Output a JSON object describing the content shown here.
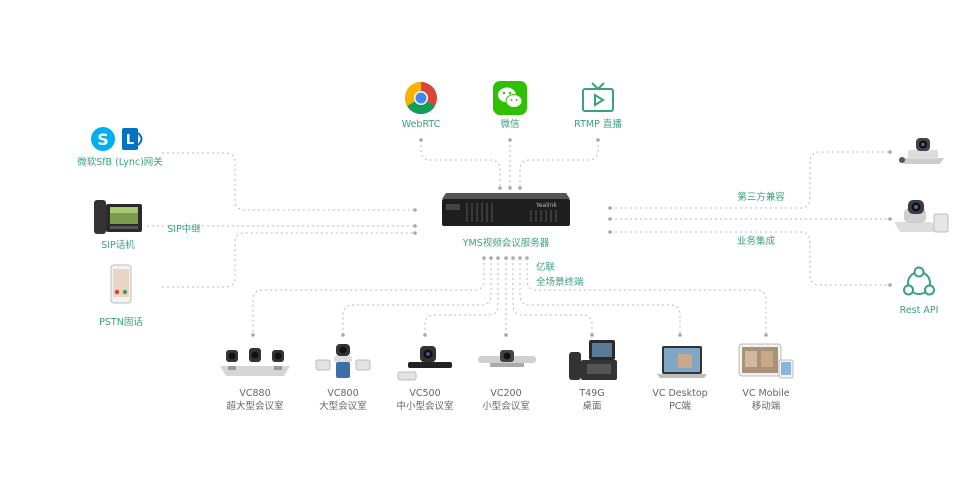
{
  "server": {
    "label": "YMS视频会议服务器",
    "brand": "Yealink"
  },
  "top": [
    {
      "label": "WebRTC",
      "icon": "chrome-icon"
    },
    {
      "label": "微信",
      "icon": "wechat-icon"
    },
    {
      "label": "RTMP 直播",
      "icon": "tv-broadcast-icon"
    }
  ],
  "left": [
    {
      "label": "微软SfB (Lync)网关",
      "icon": "skype-lync-icon"
    },
    {
      "label": "SIP话机",
      "icon": "sip-phone-icon"
    },
    {
      "label": "PSTN固话",
      "icon": "mobile-phone-icon"
    }
  ],
  "left_link_label": "SIP中继",
  "right_link_labels": [
    "第三方兼容",
    "业务集成"
  ],
  "right": [
    {
      "label": "",
      "icon": "conference-camera-icon"
    },
    {
      "label": "",
      "icon": "ptz-camera-icon"
    },
    {
      "label": "Rest API",
      "icon": "api-network-icon"
    }
  ],
  "bottom_center_labels": [
    "亿联",
    "全场景终端"
  ],
  "bottom": [
    {
      "model": "VC880",
      "desc": "超大型会议室",
      "icon": "vc880-system-icon"
    },
    {
      "model": "VC800",
      "desc": "大型会议室",
      "icon": "vc800-system-icon"
    },
    {
      "model": "VC500",
      "desc": "中小型会议室",
      "icon": "vc500-system-icon"
    },
    {
      "model": "VC200",
      "desc": "小型会议室",
      "icon": "vc200-camera-icon"
    },
    {
      "model": "T49G",
      "desc": "桌面",
      "icon": "t49g-phone-icon"
    },
    {
      "model": "VC Desktop",
      "desc": "PC端",
      "icon": "laptop-icon"
    },
    {
      "model": "VC Mobile",
      "desc": "移动端",
      "icon": "tablet-icon"
    }
  ],
  "colors": {
    "accent": "#3aa17a",
    "line": "#b5b5b5",
    "server": "#1e1e1e"
  }
}
